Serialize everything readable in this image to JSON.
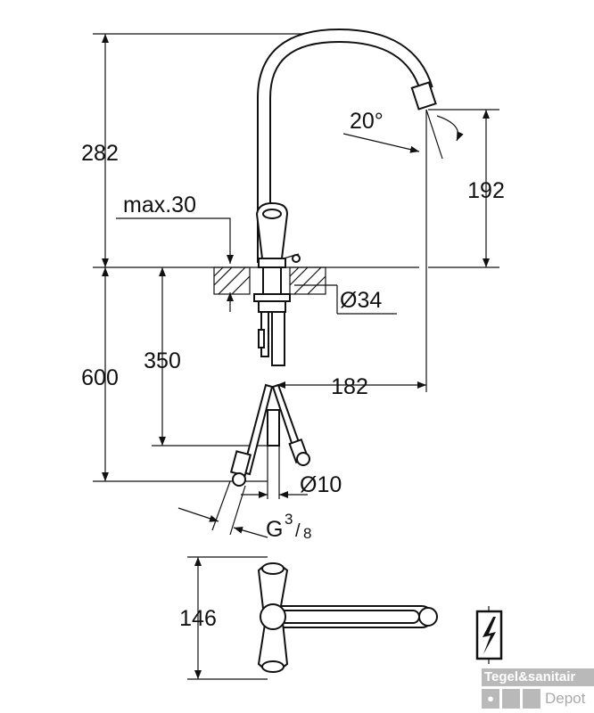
{
  "dimensions": {
    "height_total": "282",
    "spout_height": "192",
    "max_thickness": "max.30",
    "hole_diameter": "Ø34",
    "below_length": "600",
    "hose_length": "350",
    "reach": "182",
    "hose_diameter": "Ø10",
    "thread_prefix": "G",
    "thread_num": "3",
    "thread_den": "8",
    "angle": "20°",
    "top_view_depth": "146"
  },
  "logo": {
    "line1": "Tegel&sanitair",
    "line2": "Depot"
  }
}
